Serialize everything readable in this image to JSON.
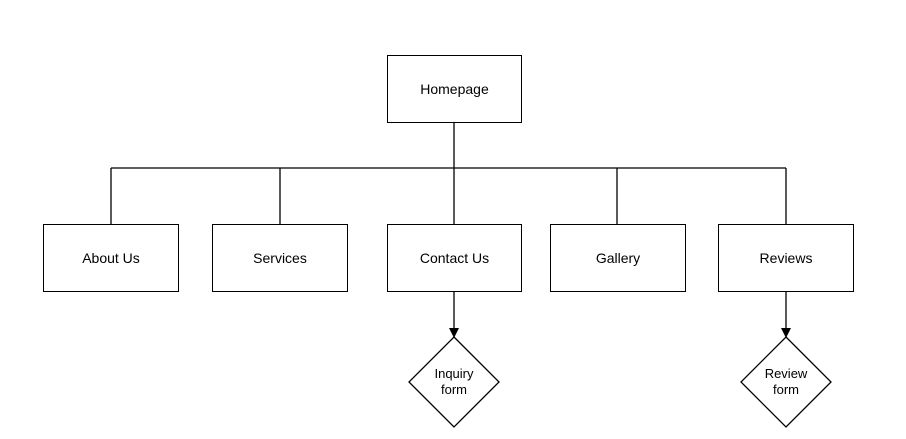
{
  "nodes": {
    "homepage": "Homepage",
    "about_us": "About Us",
    "services": "Services",
    "contact_us": "Contact Us",
    "gallery": "Gallery",
    "reviews": "Reviews",
    "inquiry_form": [
      "Inquiry",
      "form"
    ],
    "review_form": [
      "Review",
      "form"
    ]
  },
  "edges": [
    {
      "from": "homepage",
      "to": "about_us",
      "arrow": false
    },
    {
      "from": "homepage",
      "to": "services",
      "arrow": false
    },
    {
      "from": "homepage",
      "to": "contact_us",
      "arrow": false
    },
    {
      "from": "homepage",
      "to": "gallery",
      "arrow": false
    },
    {
      "from": "homepage",
      "to": "reviews",
      "arrow": false
    },
    {
      "from": "contact_us",
      "to": "inquiry_form",
      "arrow": true
    },
    {
      "from": "reviews",
      "to": "review_form",
      "arrow": true
    }
  ],
  "colors": {
    "stroke": "#000000",
    "fill": "#ffffff",
    "text": "#000000"
  }
}
